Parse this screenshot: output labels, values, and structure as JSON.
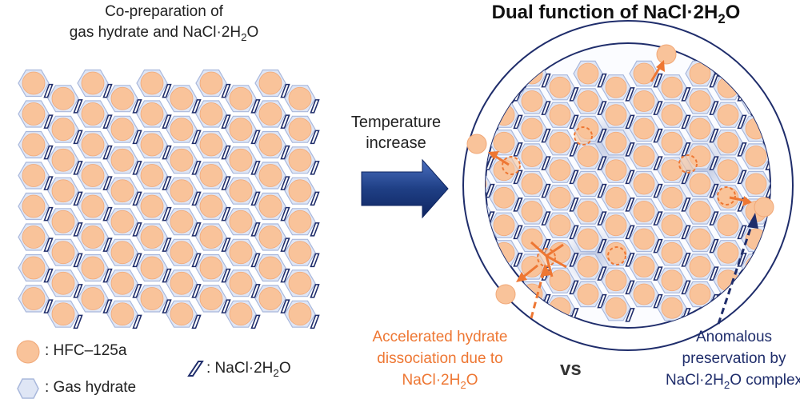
{
  "left_title": {
    "line1": "Co-preparation of",
    "line2_prefix": "gas hydrate and NaCl·2H",
    "line2_sub": "2",
    "line2_suffix": "O"
  },
  "right_title": {
    "prefix": "Dual function of NaCl·2H",
    "sub": "2",
    "suffix": "O"
  },
  "arrow_label": {
    "line1": "Temperature",
    "line2": "increase"
  },
  "caption_left": {
    "line1": "Accelerated hydrate",
    "line2": "dissociation due to",
    "line3_prefix": "NaCl·2H",
    "line3_sub": "2",
    "line3_suffix": "O"
  },
  "caption_right": {
    "line1": "Anomalous",
    "line2": "preservation by",
    "line3_prefix": "NaCl·2H",
    "line3_sub": "2",
    "line3_suffix": "O complex"
  },
  "vs_label": "vs",
  "legend": {
    "hfc": ": HFC–125a",
    "hydrate": ": Gas hydrate",
    "nacl_prefix": ": NaCl·2H",
    "nacl_sub": "2",
    "nacl_suffix": "O"
  },
  "colors": {
    "hfc_fill": "#f9c39a",
    "hydrate_fill": "#dfe6f5",
    "hydrate_stroke": "#a9b8dc",
    "nacl_stroke": "#1f2d6b",
    "accent_orange": "#ee7733",
    "accent_navy": "#1f2d6b",
    "arrow_blue": "#1f3f85"
  },
  "icons": [
    "hfc-molecule-icon",
    "gas-hydrate-icon",
    "nacl-crystal-icon",
    "temperature-arrow-icon"
  ]
}
